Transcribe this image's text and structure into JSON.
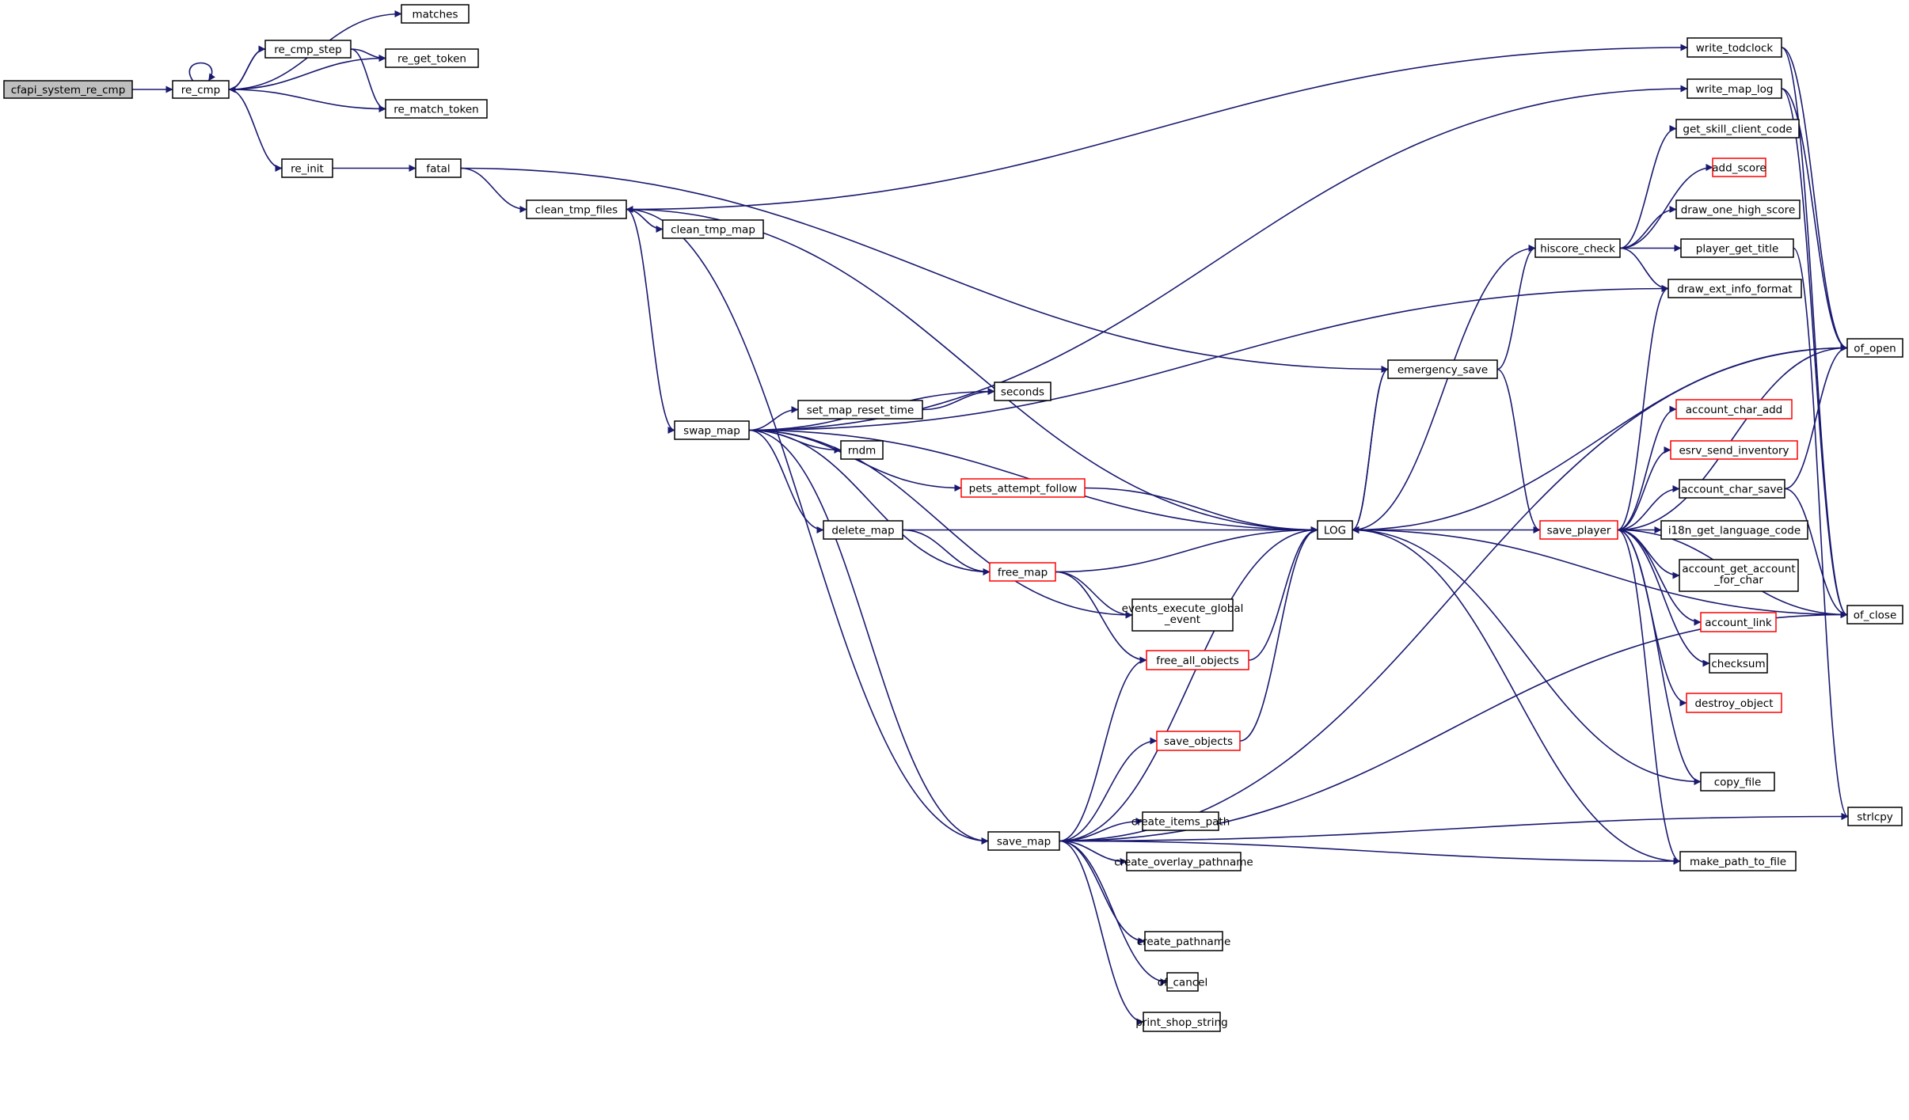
{
  "colors": {
    "edge": "#191970",
    "node_border": "#000000",
    "partial_border": "#ff0000",
    "root_fill": "#bfbfbf",
    "background": "#ffffff"
  },
  "nodes": [
    {
      "id": "cfapi_system_re_cmp",
      "label": "cfapi_system_re_cmp",
      "kind": "root"
    },
    {
      "id": "re_cmp",
      "label": "re_cmp",
      "kind": "normal"
    },
    {
      "id": "matches",
      "label": "matches",
      "kind": "normal"
    },
    {
      "id": "re_cmp_step",
      "label": "re_cmp_step",
      "kind": "normal"
    },
    {
      "id": "re_get_token",
      "label": "re_get_token",
      "kind": "normal"
    },
    {
      "id": "re_match_token",
      "label": "re_match_token",
      "kind": "normal"
    },
    {
      "id": "re_init",
      "label": "re_init",
      "kind": "normal"
    },
    {
      "id": "fatal",
      "label": "fatal",
      "kind": "normal"
    },
    {
      "id": "clean_tmp_files",
      "label": "clean_tmp_files",
      "kind": "normal"
    },
    {
      "id": "clean_tmp_map",
      "label": "clean_tmp_map",
      "kind": "normal"
    },
    {
      "id": "swap_map",
      "label": "swap_map",
      "kind": "normal"
    },
    {
      "id": "set_map_reset_time",
      "label": "set_map_reset_time",
      "kind": "normal"
    },
    {
      "id": "seconds",
      "label": "seconds",
      "kind": "normal"
    },
    {
      "id": "rndm",
      "label": "rndm",
      "kind": "normal"
    },
    {
      "id": "pets_attempt_follow",
      "label": "pets_attempt_follow",
      "kind": "partial"
    },
    {
      "id": "delete_map",
      "label": "delete_map",
      "kind": "normal"
    },
    {
      "id": "free_map",
      "label": "free_map",
      "kind": "partial"
    },
    {
      "id": "events_execute_global_event",
      "label": "events_execute_global\n_event",
      "kind": "normal"
    },
    {
      "id": "free_all_objects",
      "label": "free_all_objects",
      "kind": "partial"
    },
    {
      "id": "save_objects",
      "label": "save_objects",
      "kind": "partial"
    },
    {
      "id": "save_map",
      "label": "save_map",
      "kind": "normal"
    },
    {
      "id": "create_items_path",
      "label": "create_items_path",
      "kind": "normal"
    },
    {
      "id": "create_overlay_pathname",
      "label": "create_overlay_pathname",
      "kind": "normal"
    },
    {
      "id": "create_pathname",
      "label": "create_pathname",
      "kind": "normal"
    },
    {
      "id": "of_cancel",
      "label": "of_cancel",
      "kind": "normal"
    },
    {
      "id": "print_shop_string",
      "label": "print_shop_string",
      "kind": "normal"
    },
    {
      "id": "LOG",
      "label": "LOG",
      "kind": "normal"
    },
    {
      "id": "emergency_save",
      "label": "emergency_save",
      "kind": "normal"
    },
    {
      "id": "hiscore_check",
      "label": "hiscore_check",
      "kind": "normal"
    },
    {
      "id": "save_player",
      "label": "save_player",
      "kind": "partial"
    },
    {
      "id": "write_todclock",
      "label": "write_todclock",
      "kind": "normal"
    },
    {
      "id": "write_map_log",
      "label": "write_map_log",
      "kind": "normal"
    },
    {
      "id": "get_skill_client_code",
      "label": "get_skill_client_code",
      "kind": "normal"
    },
    {
      "id": "add_score",
      "label": "add_score",
      "kind": "partial"
    },
    {
      "id": "draw_one_high_score",
      "label": "draw_one_high_score",
      "kind": "normal"
    },
    {
      "id": "player_get_title",
      "label": "player_get_title",
      "kind": "normal"
    },
    {
      "id": "draw_ext_info_format",
      "label": "draw_ext_info_format",
      "kind": "normal"
    },
    {
      "id": "account_char_add",
      "label": "account_char_add",
      "kind": "partial"
    },
    {
      "id": "esrv_send_inventory",
      "label": "esrv_send_inventory",
      "kind": "partial"
    },
    {
      "id": "account_char_save",
      "label": "account_char_save",
      "kind": "normal"
    },
    {
      "id": "i18n_get_language_code",
      "label": "i18n_get_language_code",
      "kind": "normal"
    },
    {
      "id": "account_get_account_for_char",
      "label": "account_get_account\n_for_char",
      "kind": "normal"
    },
    {
      "id": "account_link",
      "label": "account_link",
      "kind": "partial"
    },
    {
      "id": "checksum",
      "label": "checksum",
      "kind": "normal"
    },
    {
      "id": "destroy_object",
      "label": "destroy_object",
      "kind": "partial"
    },
    {
      "id": "copy_file",
      "label": "copy_file",
      "kind": "normal"
    },
    {
      "id": "make_path_to_file",
      "label": "make_path_to_file",
      "kind": "normal"
    },
    {
      "id": "of_open",
      "label": "of_open",
      "kind": "normal"
    },
    {
      "id": "of_close",
      "label": "of_close",
      "kind": "normal"
    },
    {
      "id": "strlcpy",
      "label": "strlcpy",
      "kind": "normal"
    }
  ],
  "edges": [
    [
      "cfapi_system_re_cmp",
      "re_cmp"
    ],
    [
      "re_cmp",
      "re_cmp"
    ],
    [
      "re_cmp",
      "matches"
    ],
    [
      "re_cmp",
      "re_cmp_step"
    ],
    [
      "re_cmp",
      "re_get_token"
    ],
    [
      "re_cmp",
      "re_match_token"
    ],
    [
      "re_cmp",
      "re_init"
    ],
    [
      "re_cmp_step",
      "re_cmp"
    ],
    [
      "re_cmp_step",
      "re_get_token"
    ],
    [
      "re_cmp_step",
      "re_match_token"
    ],
    [
      "re_init",
      "fatal"
    ],
    [
      "fatal",
      "clean_tmp_files"
    ],
    [
      "fatal",
      "emergency_save"
    ],
    [
      "clean_tmp_files",
      "clean_tmp_map"
    ],
    [
      "clean_tmp_files",
      "swap_map"
    ],
    [
      "clean_tmp_files",
      "save_map"
    ],
    [
      "clean_tmp_files",
      "write_todclock"
    ],
    [
      "LOG",
      "clean_tmp_files"
    ],
    [
      "swap_map",
      "set_map_reset_time"
    ],
    [
      "swap_map",
      "seconds"
    ],
    [
      "swap_map",
      "rndm"
    ],
    [
      "swap_map",
      "pets_attempt_follow"
    ],
    [
      "swap_map",
      "delete_map"
    ],
    [
      "swap_map",
      "free_map"
    ],
    [
      "swap_map",
      "events_execute_global_event"
    ],
    [
      "swap_map",
      "save_map"
    ],
    [
      "swap_map",
      "LOG"
    ],
    [
      "swap_map",
      "draw_ext_info_format"
    ],
    [
      "swap_map",
      "write_map_log"
    ],
    [
      "set_map_reset_time",
      "seconds"
    ],
    [
      "pets_attempt_follow",
      "LOG"
    ],
    [
      "delete_map",
      "free_map"
    ],
    [
      "delete_map",
      "LOG"
    ],
    [
      "free_map",
      "events_execute_global_event"
    ],
    [
      "free_map",
      "free_all_objects"
    ],
    [
      "free_map",
      "LOG"
    ],
    [
      "free_all_objects",
      "LOG"
    ],
    [
      "save_objects",
      "LOG"
    ],
    [
      "save_map",
      "free_all_objects"
    ],
    [
      "save_map",
      "save_objects"
    ],
    [
      "save_map",
      "LOG"
    ],
    [
      "save_map",
      "create_items_path"
    ],
    [
      "save_map",
      "create_overlay_pathname"
    ],
    [
      "save_map",
      "create_pathname"
    ],
    [
      "save_map",
      "of_cancel"
    ],
    [
      "save_map",
      "print_shop_string"
    ],
    [
      "save_map",
      "make_path_to_file"
    ],
    [
      "save_map",
      "of_open"
    ],
    [
      "save_map",
      "of_close"
    ],
    [
      "save_map",
      "strlcpy"
    ],
    [
      "LOG",
      "emergency_save"
    ],
    [
      "emergency_save",
      "LOG"
    ],
    [
      "emergency_save",
      "hiscore_check"
    ],
    [
      "emergency_save",
      "save_player"
    ],
    [
      "hiscore_check",
      "LOG"
    ],
    [
      "hiscore_check",
      "get_skill_client_code"
    ],
    [
      "hiscore_check",
      "add_score"
    ],
    [
      "hiscore_check",
      "draw_one_high_score"
    ],
    [
      "hiscore_check",
      "player_get_title"
    ],
    [
      "hiscore_check",
      "draw_ext_info_format"
    ],
    [
      "save_player",
      "LOG"
    ],
    [
      "save_player",
      "draw_ext_info_format"
    ],
    [
      "save_player",
      "account_char_add"
    ],
    [
      "save_player",
      "esrv_send_inventory"
    ],
    [
      "save_player",
      "account_char_save"
    ],
    [
      "save_player",
      "i18n_get_language_code"
    ],
    [
      "save_player",
      "account_get_account_for_char"
    ],
    [
      "save_player",
      "account_link"
    ],
    [
      "save_player",
      "checksum"
    ],
    [
      "save_player",
      "destroy_object"
    ],
    [
      "save_player",
      "copy_file"
    ],
    [
      "save_player",
      "make_path_to_file"
    ],
    [
      "save_player",
      "of_open"
    ],
    [
      "save_player",
      "of_close"
    ],
    [
      "of_open",
      "LOG"
    ],
    [
      "of_close",
      "LOG"
    ],
    [
      "copy_file",
      "LOG"
    ],
    [
      "make_path_to_file",
      "LOG"
    ],
    [
      "account_char_save",
      "of_open"
    ],
    [
      "account_char_save",
      "of_close"
    ],
    [
      "write_todclock",
      "of_open"
    ],
    [
      "write_todclock",
      "of_close"
    ],
    [
      "write_map_log",
      "of_open"
    ],
    [
      "write_map_log",
      "of_close"
    ],
    [
      "player_get_title",
      "strlcpy"
    ]
  ]
}
